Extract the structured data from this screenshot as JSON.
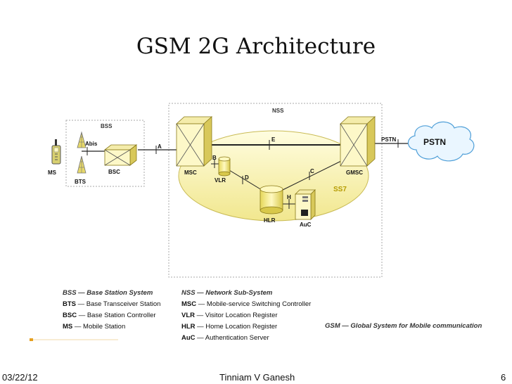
{
  "title": "GSM 2G Architecture",
  "diagram": {
    "labels": {
      "nss": "NSS",
      "bss": "BSS",
      "abis": "Abis",
      "a": "A",
      "b": "B",
      "c": "C",
      "d": "D",
      "e": "E",
      "h": "H",
      "pstn_link": "PSTN",
      "pstn_cloud": "PSTN",
      "ss7": "SS7",
      "ms": "MS",
      "bts": "BTS",
      "bsc": "BSC",
      "msc": "MSC",
      "vlr": "VLR",
      "hlr": "HLR",
      "auc": "AuC",
      "gmsc": "GMSC"
    }
  },
  "legend": {
    "bss": {
      "header": "BSS — Base Station System",
      "rows": [
        {
          "abbr": "BTS",
          "text": " — Base Transceiver Station"
        },
        {
          "abbr": "BSC",
          "text": " — Base Station Controller"
        },
        {
          "abbr": "MS",
          "text": " — Mobile Station"
        }
      ]
    },
    "nss": {
      "header": "NSS — Network Sub-System",
      "rows": [
        {
          "abbr": "MSC",
          "text": " — Mobile-service Switching Controller"
        },
        {
          "abbr": "VLR",
          "text": " — Visitor Location Register"
        },
        {
          "abbr": "HLR",
          "text": " — Home Location Register"
        },
        {
          "abbr": "AuC",
          "text": " — Authentication Server"
        }
      ]
    },
    "gsm_note": "GSM — Global System for Mobile communication"
  },
  "footer": {
    "date": "03/22/12",
    "author": "Tinniam V Ganesh",
    "page": "6"
  },
  "colors": {
    "ellipse_fill": "#f8f4b8",
    "box_fill": "#fdf8c8",
    "box_edge": "#9a8a20",
    "cloud_fill": "#eaf6ff",
    "cloud_edge": "#4f9fd8",
    "ss7_text": "#b59b00"
  }
}
